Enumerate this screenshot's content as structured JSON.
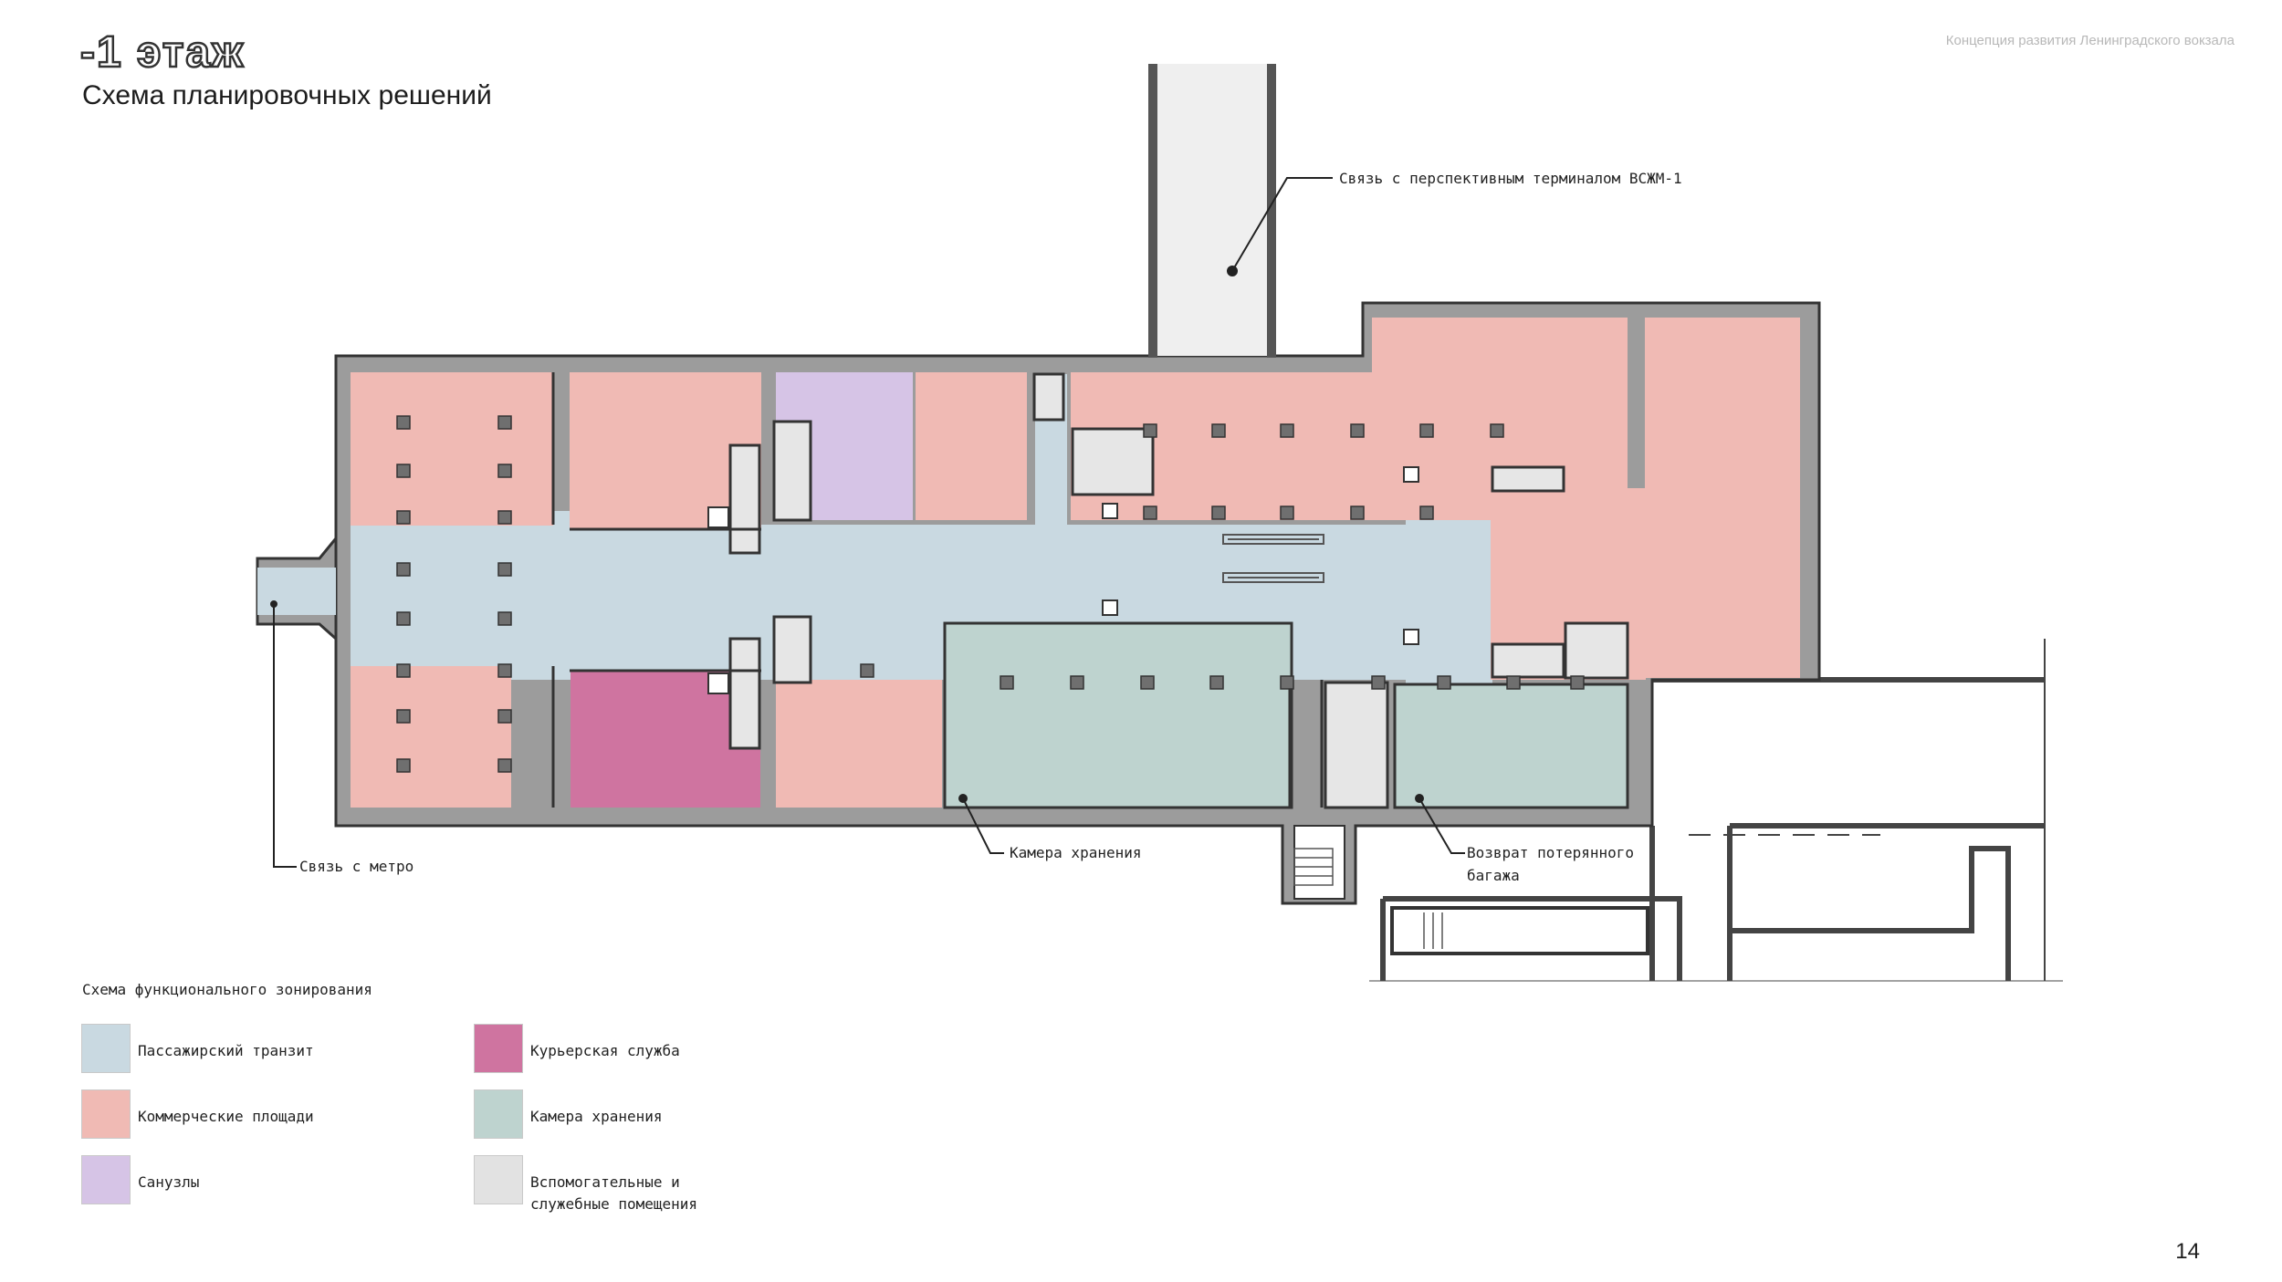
{
  "header": {
    "floor_title": "-1 этаж",
    "subtitle": "Схема планировочных решений",
    "project": "Концепция развития Ленинградского вокзала"
  },
  "plan": {
    "labels": {
      "terminal_link": "Связь с перспективным терминалом ВСЖМ-1",
      "metro_link": "Связь с метро",
      "storage": "Камера хранения",
      "lost_baggage_1": "Возврат потерянного",
      "lost_baggage_2": "багажа"
    }
  },
  "legend": {
    "title": "Схема функционального зонирования",
    "items": [
      {
        "label": "Пассажирский транзит",
        "color": "#c9d9e1"
      },
      {
        "label": "Коммерческие площади",
        "color": "#f0bab4"
      },
      {
        "label": "Санузлы",
        "color": "#d6c4e6"
      },
      {
        "label": "Курьерская служба",
        "color": "#cf74a0"
      },
      {
        "label": "Камера хранения",
        "color": "#bed3cf"
      },
      {
        "label": "Вспомогательные и служебные помещения",
        "color": "#e2e2e2"
      }
    ]
  },
  "page_number": "14"
}
